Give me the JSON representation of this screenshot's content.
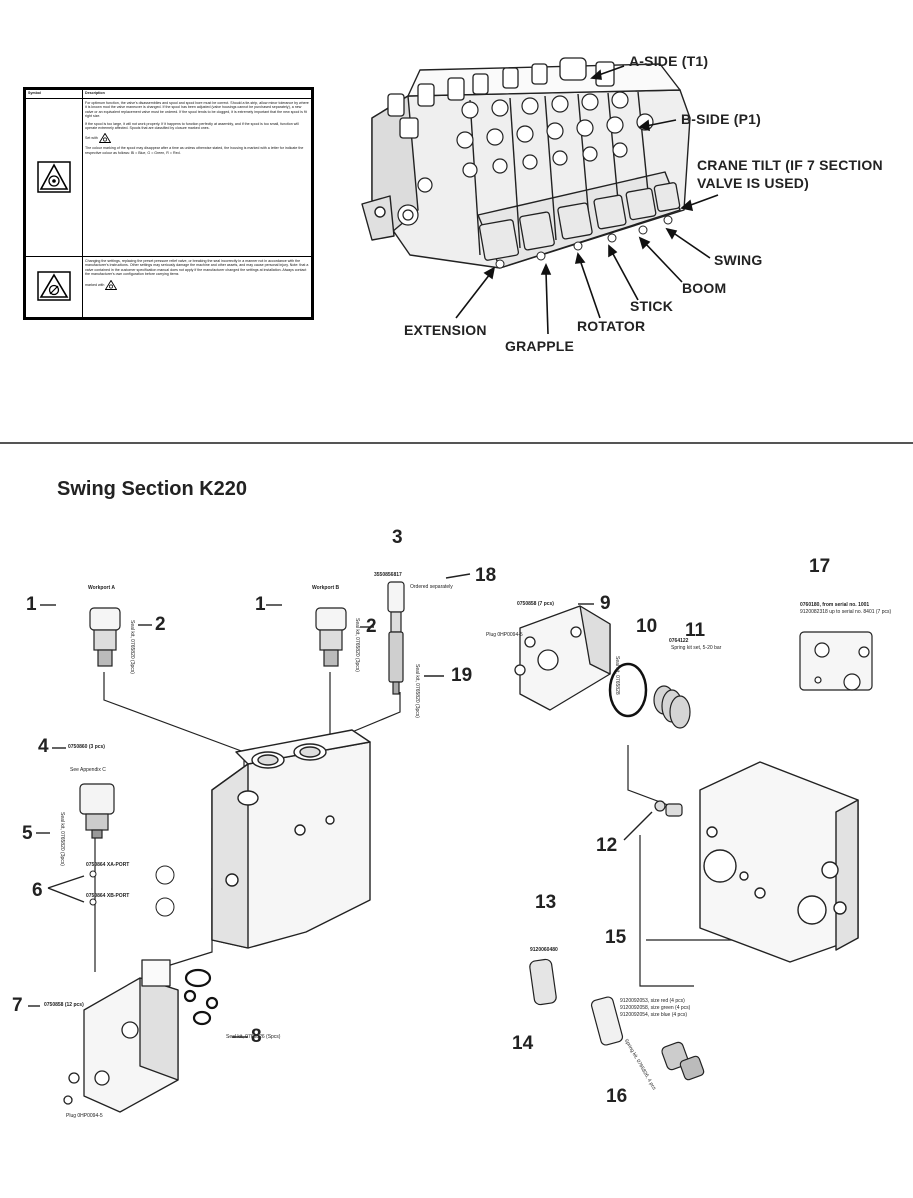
{
  "safety_table": {
    "headers": [
      "Symbol",
      "Description"
    ],
    "rows": [
      {
        "paragraphs": [
          "For optimum function, the valve's disassemblies and spool and spool bore must be correct. Should a tie-strip, allow minor tolerance by where it is known mod the valve maneuver is changed. If the spool has been adjusted (valve housings cannot be purchased separately), a new valve or an equivalent replacement valve must be ordered. If the spool tends to be clogged, it is extremely important that the new spool is fit right size.",
          "If the spool is too large, it will not work properly. If it happens to function perfectly at assembly, and if the spool is too small, function will operate extremely affected. Spools that are classified by closure marked ones.",
          "Set with",
          "The colour marking of the spool may disappear after a time as unless otherwise stated, the housing is marked with a letter for indicate the respective colour as follows: Bl = Blue, G = Green, R = Red."
        ]
      },
      {
        "paragraphs": [
          "Changing the settings, replacing the preset pressure relief valve, or breaking the seal incorrectly in a manner not in accordance with the manufacturer's instructions. Other settings may seriously damage the machine and other assets, and may cause personal injury. Note: that a valve contained in the customer specification manual does not apply if the manufacturer changed the settings at installation. Always contact the manufacturer's own configuration before carrying items",
          "marked with"
        ]
      }
    ]
  },
  "top_callouts": {
    "a_side": "A-SIDE (T1)",
    "b_side": "B-SIDE (P1)",
    "crane_tilt": "CRANE TILT (IF 7 SECTION\nVALVE IS USED)",
    "swing": "SWING",
    "boom": "BOOM",
    "stick": "STICK",
    "rotator": "ROTATOR",
    "extension": "EXTENSION",
    "grapple": "GRAPPLE"
  },
  "section_title": "Swing Section K220",
  "item_numbers": {
    "n1a": "1",
    "n1b": "1",
    "n2a": "2",
    "n2b": "2",
    "n3": "3",
    "n4": "4",
    "n5": "5",
    "n6": "6",
    "n7": "7",
    "n8": "8",
    "n9": "9",
    "n10": "10",
    "n11": "11",
    "n12": "12",
    "n13": "13",
    "n14": "14",
    "n15": "15",
    "n16": "16",
    "n17": "17",
    "n18": "18",
    "n19": "19"
  },
  "small_labels": {
    "workport_a": "Workport A",
    "workport_b": "Workport B",
    "part_3": "3550856817",
    "part_9": "0750858 (7 pcs)",
    "part_4": "0750860 (3 pcs)",
    "xa_port": "0750864 XA-PORT",
    "xb_port": "0750864 XB-PORT",
    "part_7": "0750858 (12 pcs)",
    "part_11": "0764122",
    "spring_11": "Spring kit set, 5-20 bar",
    "part_13": "9120060480",
    "size_red": "9120092053, size red (4 pcs)",
    "size_green": "9120092058, size green (4 pcs)",
    "size_blue": "9120092054, size blue (4 pcs)",
    "seal_kit_8": "Seal kit, 0765826 (Spcs)",
    "plug": "Plug 0HP0094-5",
    "ordered": "Ordered separately",
    "seal_kit_2a": "Seal kit, 0765820 (3pcs)",
    "seal_kit_2b": "Seal kit, 0765820 (3pcs)",
    "seal_kit_5": "Seal kit, 0765820 (3pcs)",
    "seal_kit_19": "Seal kit, 0765820 (3pcs)",
    "kit_17": "0760180, from serial no. 1001",
    "kit_17b": "9120082318 up to serial no. 8401 (7 pcs)",
    "see_appendix": "See Appendix C",
    "spool_seal": "Seal kit, 0765828",
    "spring_16": "Spring kit, 0765826, 4 pcs"
  },
  "colors": {
    "line": "#222222",
    "fill_light": "#f2f2f2",
    "fill_mid": "#d9d9d9",
    "fill_dark": "#9a9a9a"
  },
  "icons": [
    "safety-triangle-icon",
    "warning-gear-icon"
  ]
}
